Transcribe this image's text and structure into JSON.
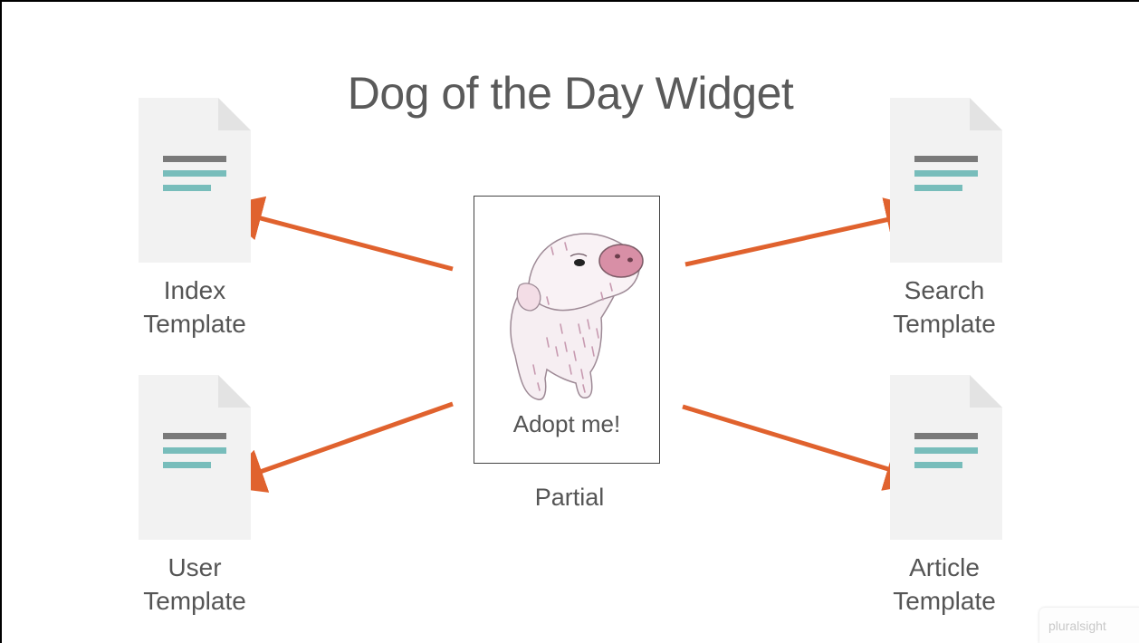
{
  "slide": {
    "title": "Dog of the Day Widget",
    "partial": {
      "card_text": "Adopt me!",
      "label": "Partial",
      "image": "pig-illustration"
    },
    "documents": [
      {
        "id": "index",
        "line1": "Index",
        "line2": "Template"
      },
      {
        "id": "user",
        "line1": "User",
        "line2": "Template"
      },
      {
        "id": "search",
        "line1": "Search",
        "line2": "Template"
      },
      {
        "id": "article",
        "line1": "Article",
        "line2": "Template"
      }
    ],
    "watermark": "pluralsight",
    "colors": {
      "arrow": "#e0622e",
      "doc_body": "#f2f2f2",
      "doc_fold": "#e3e3e3",
      "line_gray": "#7a7a7a",
      "line_teal": "#78bdbb",
      "title": "#5a5a5a"
    },
    "icons": {
      "document": "document-icon",
      "arrow": "arrow-icon"
    }
  }
}
